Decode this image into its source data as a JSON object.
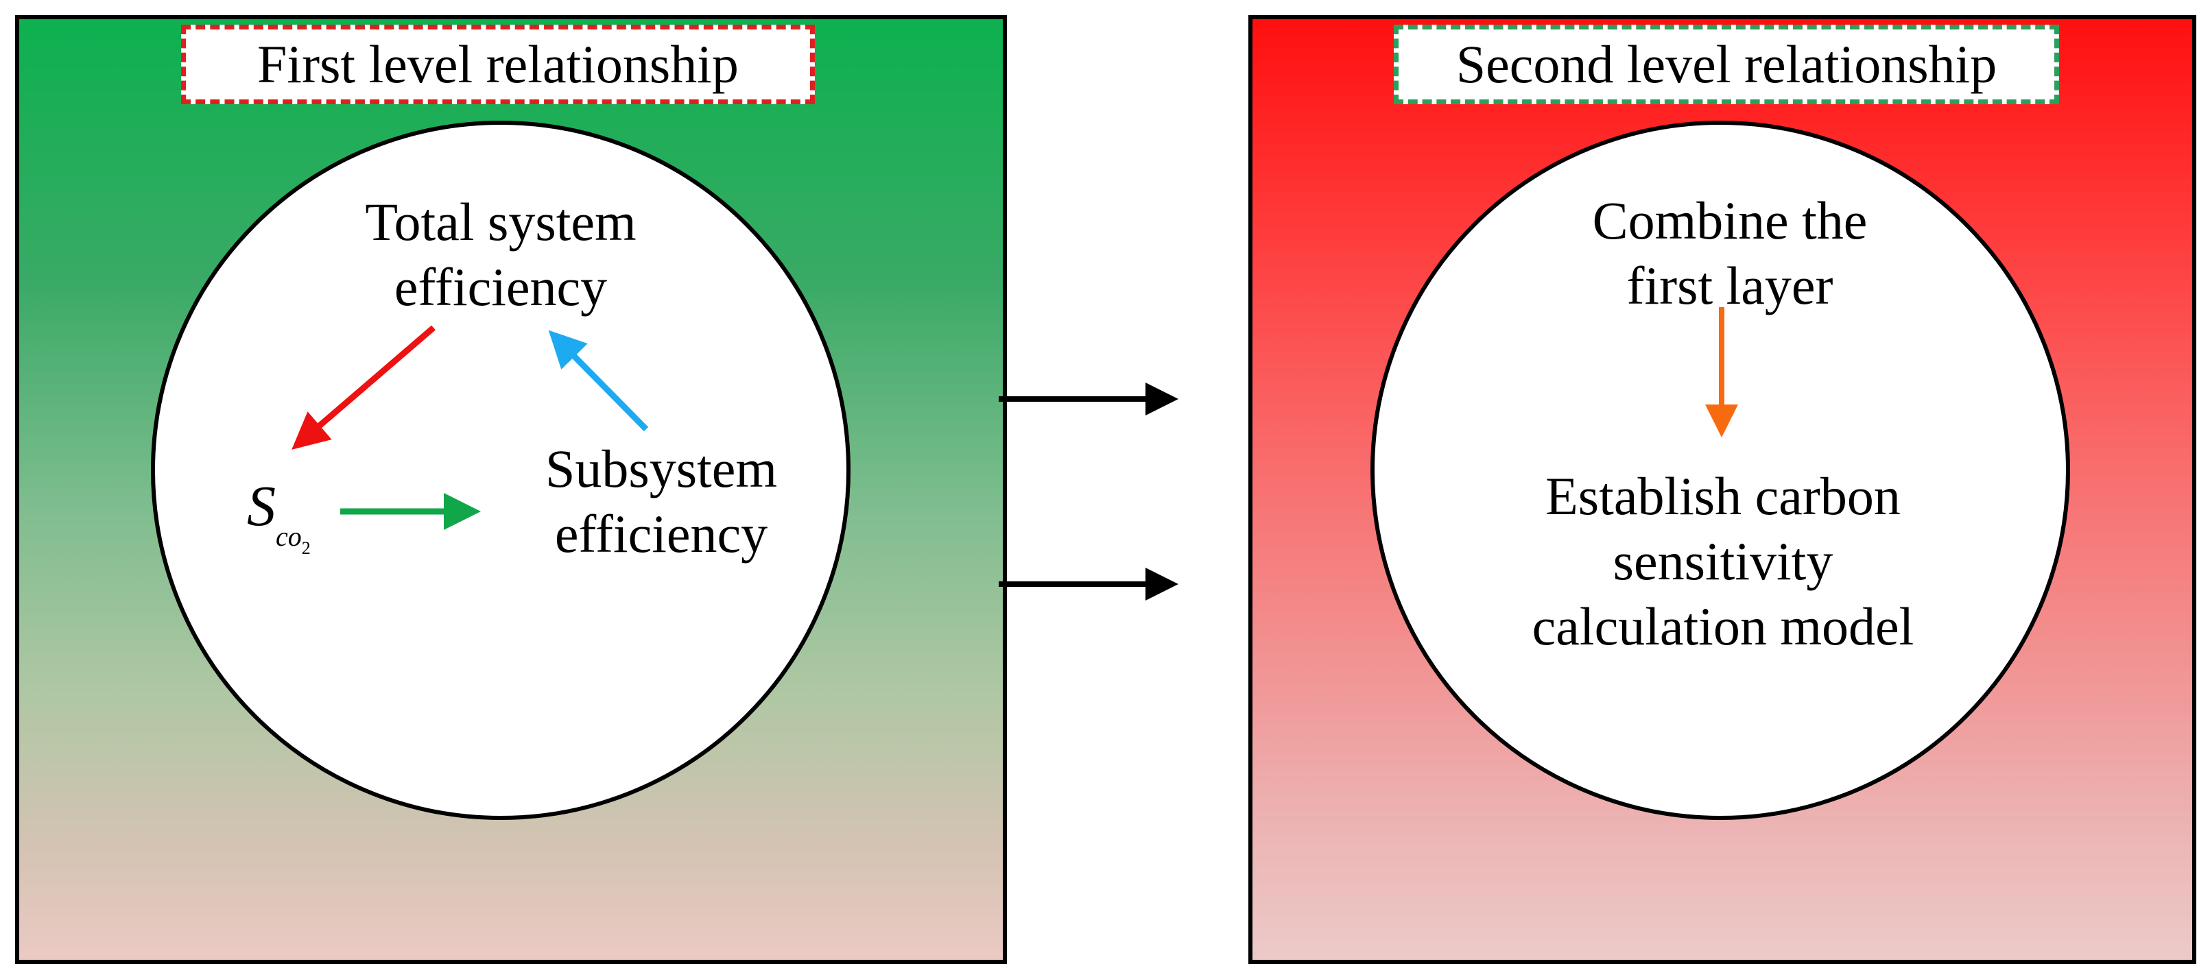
{
  "left_panel": {
    "title": "First level relationship",
    "nodes": {
      "total": [
        "Total system",
        "efficiency"
      ],
      "subsystem": [
        "Subsystem",
        "efficiency"
      ],
      "sco2": {
        "base": "S",
        "sub": "co",
        "subsub": "2"
      }
    },
    "edges": [
      {
        "from": "total",
        "to": "sco2",
        "color": "#ee1111"
      },
      {
        "from": "subsystem",
        "to": "total",
        "color": "#1eaaf0"
      },
      {
        "from": "sco2",
        "to": "subsystem",
        "color": "#10a64a"
      }
    ]
  },
  "right_panel": {
    "title": "Second level relationship",
    "nodes": {
      "combine": [
        "Combine the",
        "first layer"
      ],
      "establish": [
        "Establish carbon",
        "sensitivity",
        "calculation model"
      ]
    },
    "edges": [
      {
        "from": "combine",
        "to": "establish",
        "color": "#f76a10"
      }
    ]
  },
  "between_panels": {
    "arrows": 2,
    "color": "#000000"
  },
  "colors": {
    "left_panel_top": "#0db04f",
    "left_panel_bottom": "#ebcac4",
    "right_panel_top": "#ff0f0f",
    "right_panel_bottom": "#eccac8",
    "left_title_border": "#e02020",
    "right_title_border": "#2aa05a"
  }
}
